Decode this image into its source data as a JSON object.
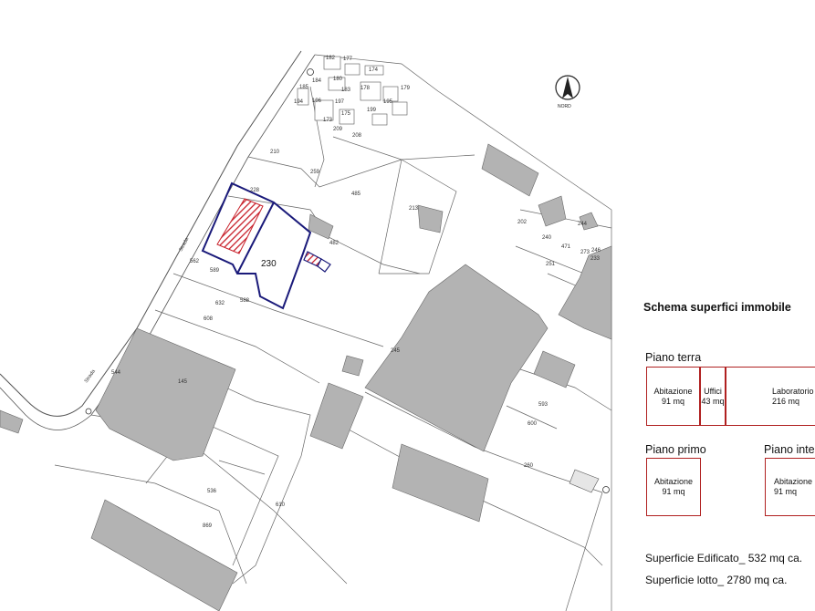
{
  "north_label": "NORD",
  "main_parcel_number": "230",
  "parcel_numbers": [
    "182",
    "177",
    "174",
    "185",
    "180",
    "184",
    "183",
    "178",
    "196",
    "197",
    "195",
    "194",
    "173",
    "175",
    "199",
    "179",
    "209",
    "208",
    "210",
    "259",
    "485",
    "213",
    "228",
    "482",
    "240",
    "244",
    "471",
    "273",
    "246",
    "251",
    "562",
    "589",
    "632",
    "588",
    "608",
    "245",
    "593",
    "600",
    "544",
    "145",
    "260",
    "536",
    "610",
    "869",
    "202",
    "233"
  ],
  "street_labels": [
    "Strada",
    "Strada"
  ],
  "panel": {
    "title": "Schema superfici immobile",
    "ground_floor": {
      "label": "Piano terra",
      "rooms": [
        {
          "name": "Abitazione",
          "area": "91 mq"
        },
        {
          "name": "Uffici",
          "area": "43 mq"
        },
        {
          "name": "Laboratorio",
          "area": "216 mq"
        }
      ]
    },
    "first_floor": {
      "label": "Piano primo",
      "rooms": [
        {
          "name": "Abitazione",
          "area": "91 mq"
        }
      ]
    },
    "intermediate_floor": {
      "label": "Piano inte",
      "rooms": [
        {
          "name": "Abitazione",
          "area": "91 mq"
        }
      ]
    },
    "built_area": "Superficie Edificato_ 532 mq ca.",
    "lot_area": "Superficie lotto_ 2780 mq ca."
  },
  "colors": {
    "parcel_outline": "#1a1a7a",
    "hatch_red": "#c8202a",
    "building_gray": "#b3b3b3",
    "line_gray": "#555555",
    "box_border": "#b02020"
  }
}
